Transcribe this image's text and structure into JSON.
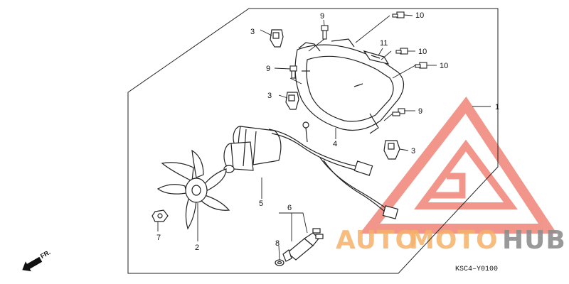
{
  "diagram": {
    "part_labels": {
      "p1": "1",
      "p2": "2",
      "p3a": "3",
      "p3b": "3",
      "p3c": "3",
      "p4": "4",
      "p5": "5",
      "p6": "6",
      "p7": "7",
      "p8": "8",
      "p9a": "9",
      "p9b": "9",
      "p9c": "9",
      "p10a": "10",
      "p10b": "10",
      "p10c": "10",
      "p11": "11"
    },
    "front_marker": "FR.",
    "drawing_code": "KSC4–Y0100"
  },
  "watermark": {
    "text_auto": "AUTO",
    "text_moto": "MOTO",
    "text_hub": "HUB",
    "colors": {
      "logo_red": "#e8412f",
      "auto_orange": "#f6b26b",
      "hub_gray": "#9a9a9a"
    }
  }
}
